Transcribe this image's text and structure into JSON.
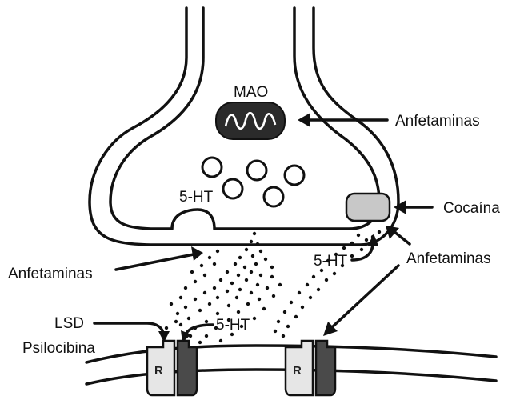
{
  "labels": {
    "mao": "MAO",
    "anfetaminas_mao": "Anfetaminas",
    "ht_vesicles": "5-HT",
    "cocaina": "Cocaína",
    "anfetaminas_left": "Anfetaminas",
    "ht_transporter": "5-HT",
    "anfetaminas_right": "Anfetaminas",
    "lsd": "LSD",
    "psilocibina": "Psilocibina",
    "ht_receptor": "5-HT",
    "receptor_left": "R",
    "receptor_right": "R"
  },
  "colors": {
    "ink": "#111111",
    "transporter_fill": "#c8c8c8",
    "receptor_light": "#e6e6e6",
    "receptor_dark": "#4a4a4a",
    "mao_fill": "#2b2b2b"
  }
}
